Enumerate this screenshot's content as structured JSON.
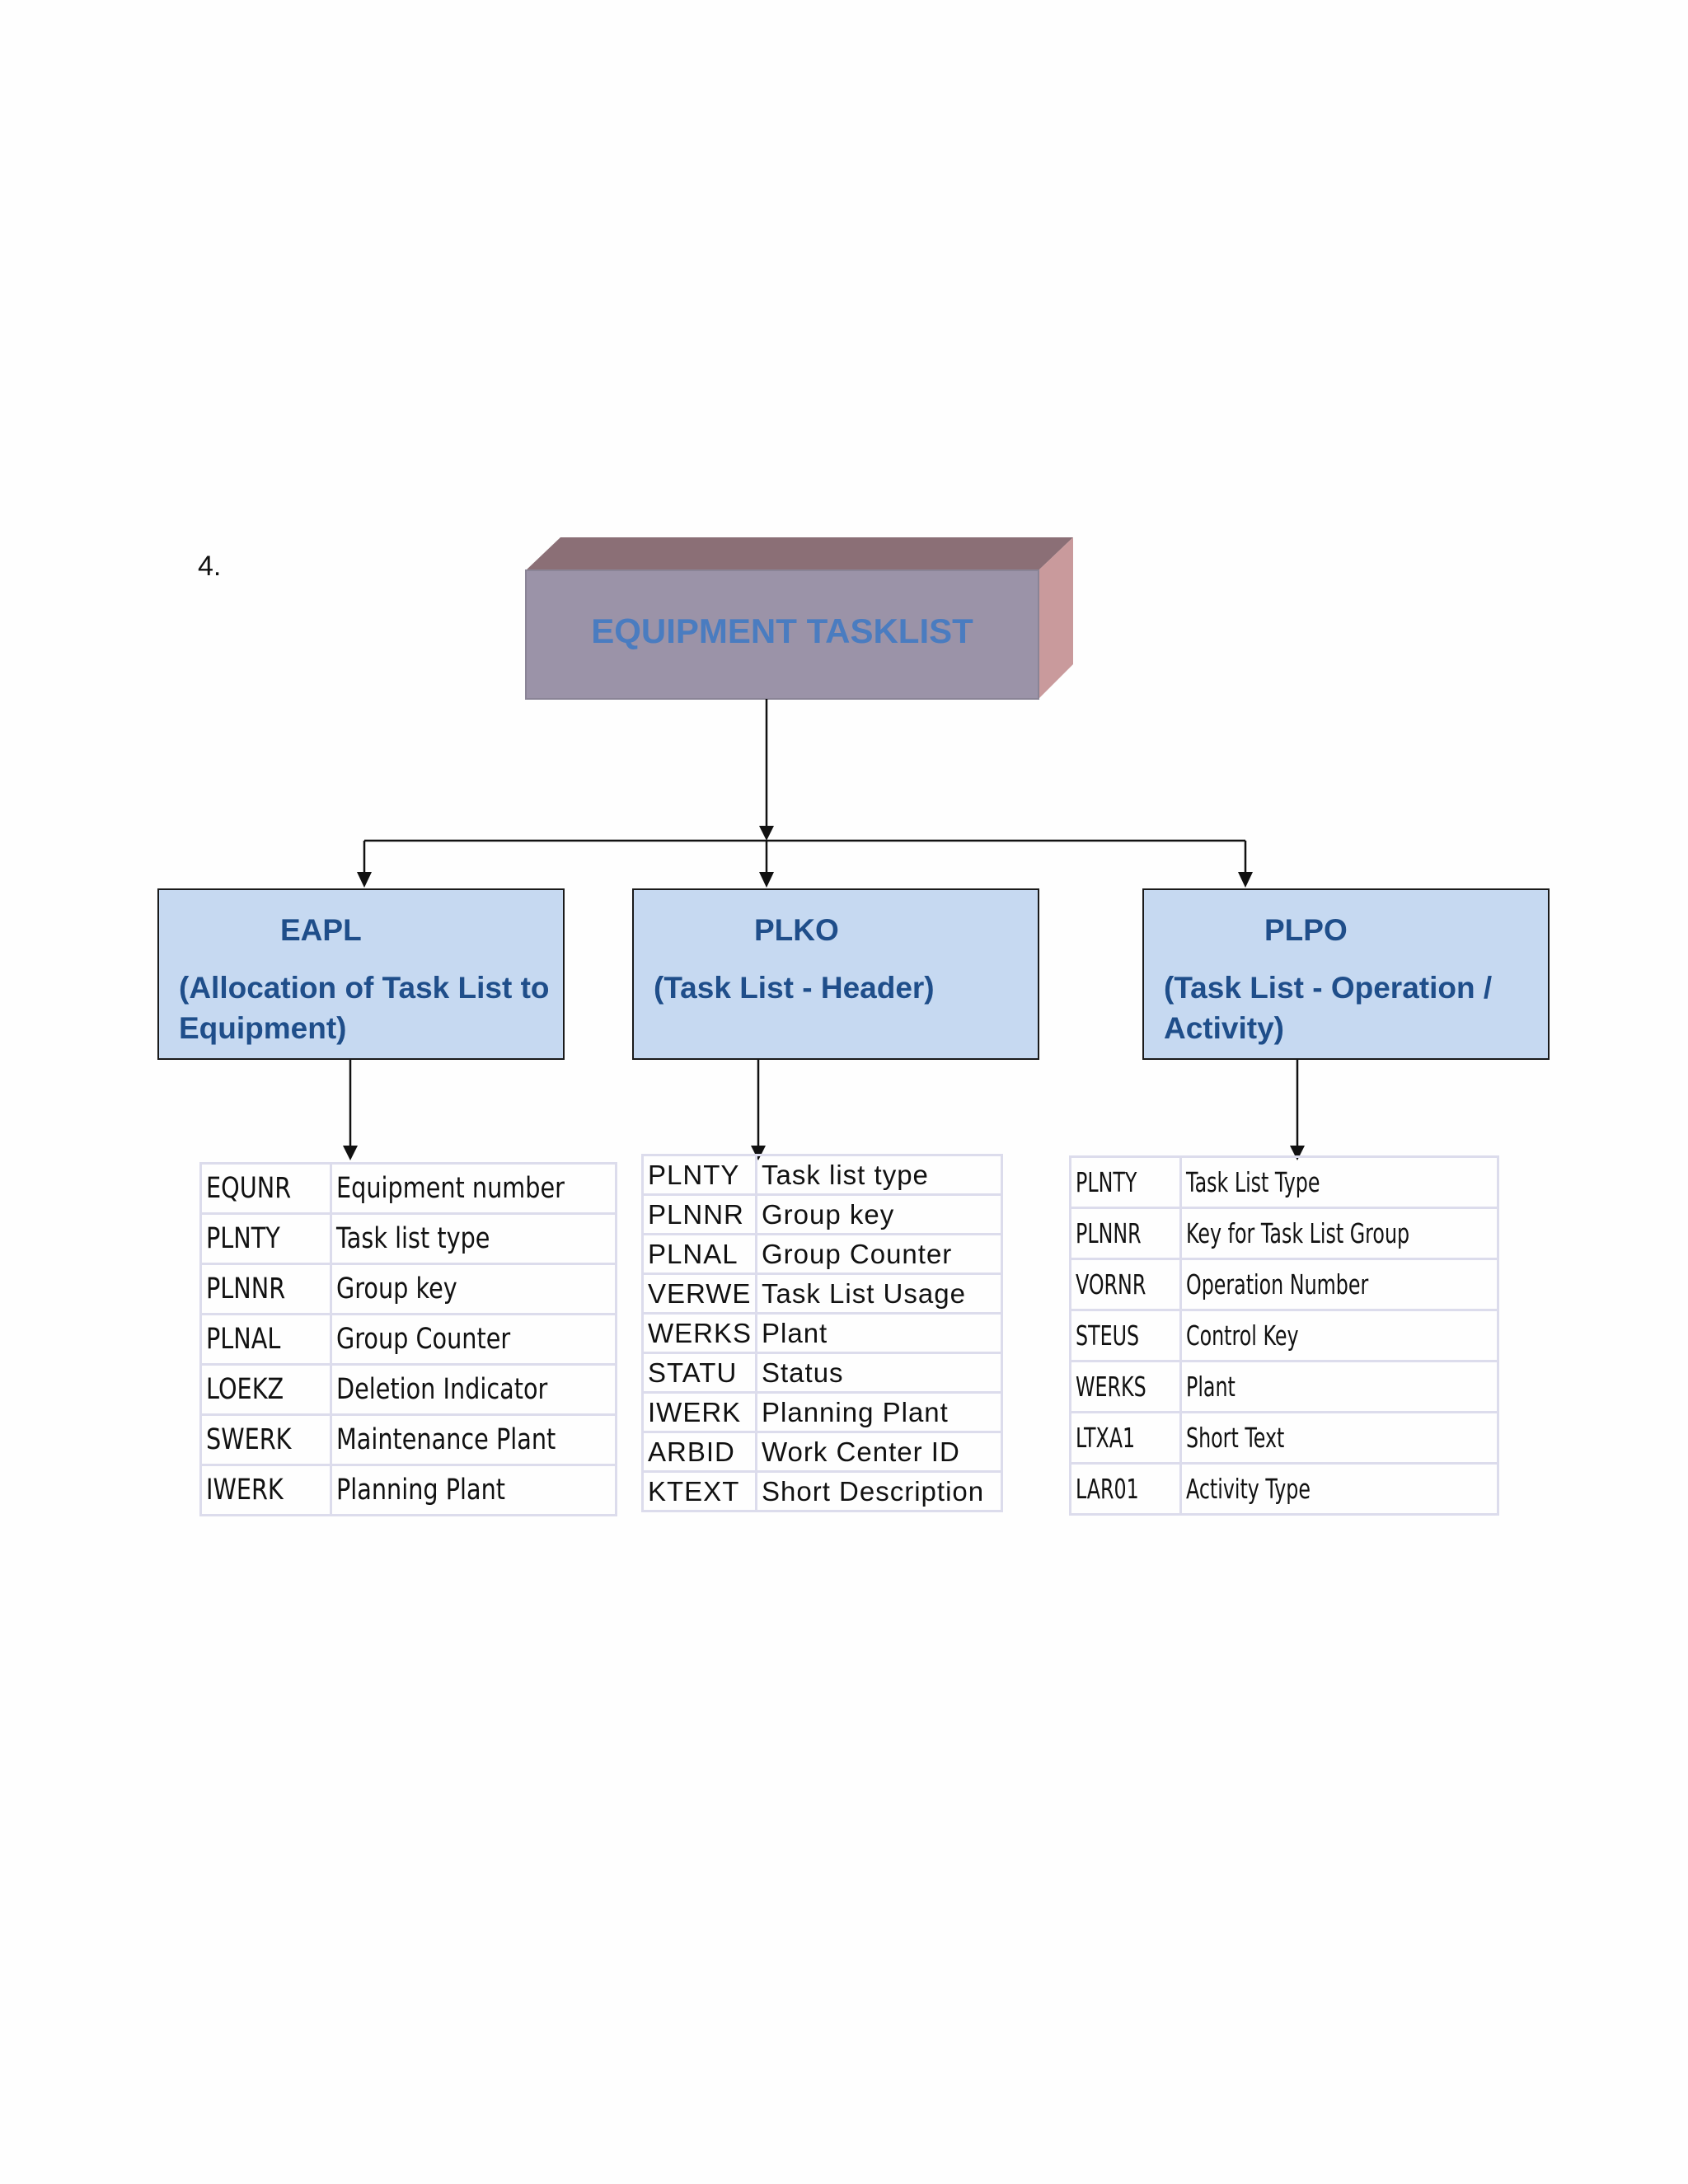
{
  "page_number": "4.",
  "title": "EQUIPMENT TASKLIST",
  "colors": {
    "title_front": "#9b93a8",
    "title_top": "#8b6f76",
    "title_side": "#c99a9c",
    "title_text": "#4a7cc0",
    "box_fill": "#c6d9f1",
    "box_text": "#1f4e8a",
    "table_border": "#dcdcec"
  },
  "entities": [
    {
      "code": "EAPL",
      "desc": "(Allocation of Task List to Equipment)",
      "fields": [
        {
          "code": "EQUNR",
          "desc": "Equipment number"
        },
        {
          "code": "PLNTY",
          "desc": "Task list type"
        },
        {
          "code": "PLNNR",
          "desc": "Group key"
        },
        {
          "code": "PLNAL",
          "desc": "Group Counter"
        },
        {
          "code": "LOEKZ",
          "desc": "Deletion Indicator"
        },
        {
          "code": "SWERK",
          "desc": "Maintenance Plant"
        },
        {
          "code": "IWERK",
          "desc": "Planning Plant"
        }
      ]
    },
    {
      "code": "PLKO",
      "desc": "(Task List - Header)",
      "fields": [
        {
          "code": "PLNTY",
          "desc": "Task list type"
        },
        {
          "code": "PLNNR",
          "desc": "Group key"
        },
        {
          "code": "PLNAL",
          "desc": "Group Counter"
        },
        {
          "code": "VERWE",
          "desc": "Task List Usage"
        },
        {
          "code": "WERKS",
          "desc": "Plant"
        },
        {
          "code": "STATU",
          "desc": "Status"
        },
        {
          "code": "IWERK",
          "desc": "Planning Plant"
        },
        {
          "code": "ARBID",
          "desc": "Work Center ID"
        },
        {
          "code": "KTEXT",
          "desc": "Short Description"
        }
      ]
    },
    {
      "code": "PLPO",
      "desc": "(Task List - Operation / Activity)",
      "fields": [
        {
          "code": "PLNTY",
          "desc": "Task List Type"
        },
        {
          "code": "PLNNR",
          "desc": "Key for Task List Group"
        },
        {
          "code": "VORNR",
          "desc": "Operation Number"
        },
        {
          "code": "STEUS",
          "desc": "Control Key"
        },
        {
          "code": "WERKS",
          "desc": "Plant"
        },
        {
          "code": "LTXA1",
          "desc": "Short Text"
        },
        {
          "code": "LAR01",
          "desc": "Activity Type"
        }
      ]
    }
  ]
}
